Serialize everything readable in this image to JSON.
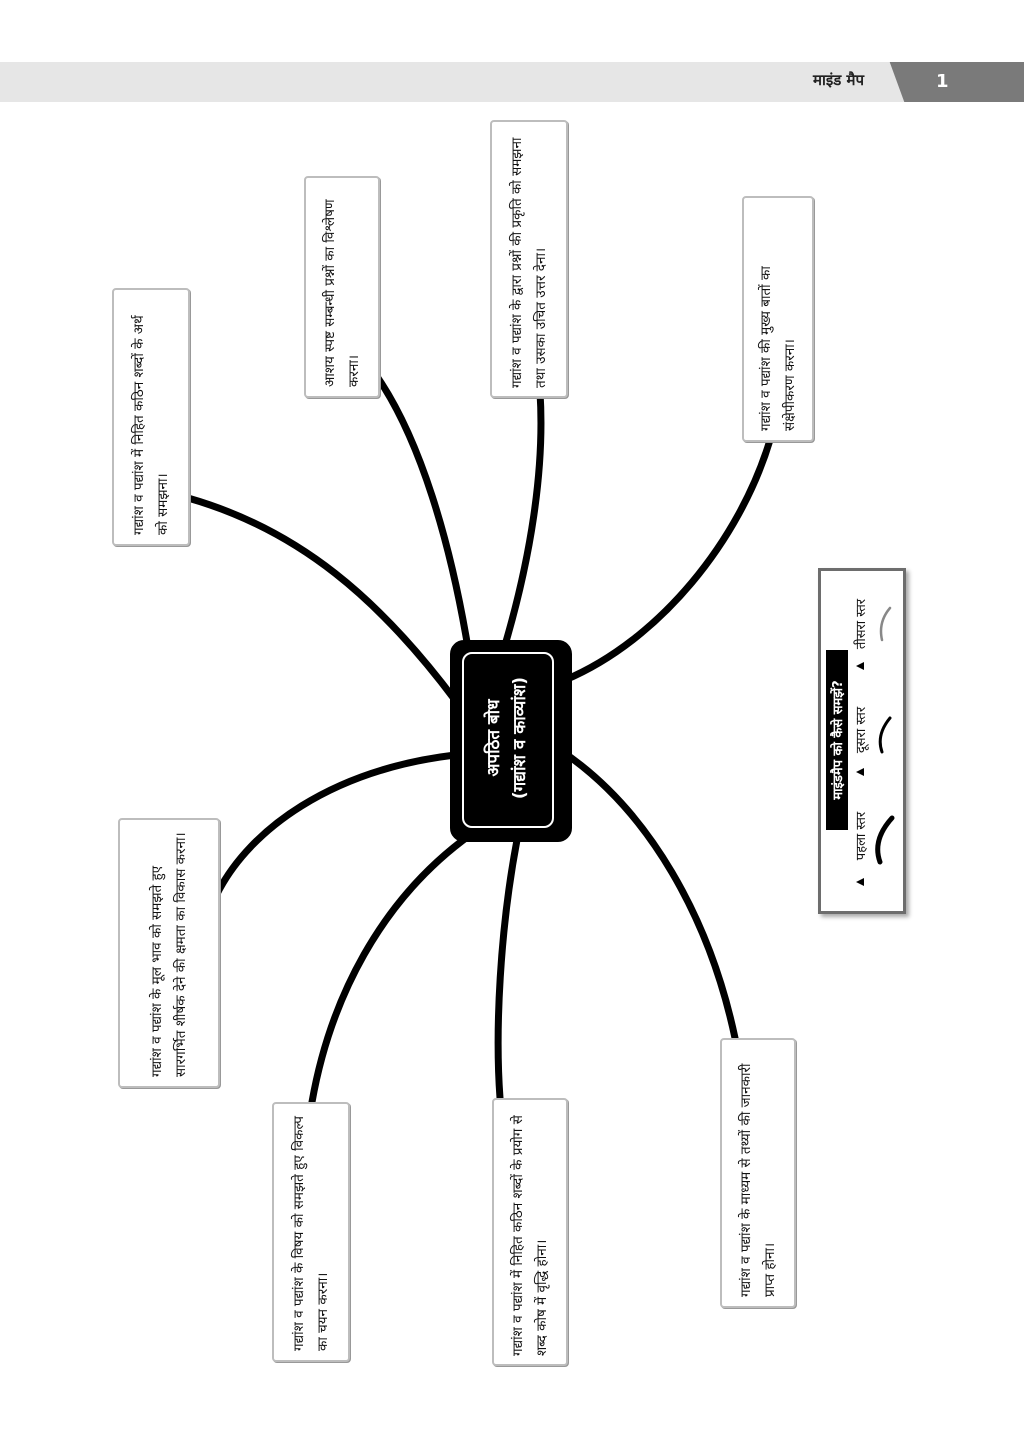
{
  "header": {
    "title": "माइंड मैप",
    "page_number": "1"
  },
  "center": {
    "line1": "अपठित बोध",
    "line2": "(गद्यांश व काव्यांश)"
  },
  "nodes": [
    {
      "text": "गद्यांश व पद्यांश में निहित कठिन शब्दों के अर्थ को समझना।"
    },
    {
      "text": "आशय स्पष्ट सम्बन्धी प्रश्नों का विश्लेषण करना।"
    },
    {
      "text": "गद्यांश व पद्यांश के द्वारा प्रश्नों की प्रकृति को समझना तथा उसका उचित उत्तर देना।"
    },
    {
      "text": "गद्यांश व पद्यांश की मुख्य बातों का संक्षेपीकरण करना।"
    },
    {
      "text": "गद्यांश व पद्यांश के मूल भाव को समझते हुए सारगर्भित शीर्षक देने की क्षमता का विकास करना।"
    },
    {
      "text": "गद्यांश व पद्यांश के विषय को समझते हुए विकल्प का चयन करना।"
    },
    {
      "text": "गद्यांश व पद्यांश में निहित कठिन शब्दों के प्रयोग से शब्द कोष में वृद्धि होना।"
    },
    {
      "text": "गद्यांश व पद्यांश के माध्यम से तथ्यों की जानकारी प्राप्त होना।"
    }
  ],
  "legend": {
    "title": "माइंडमैप को कैसे समझें?",
    "levels": [
      "पहला स्तर",
      "दूसरा स्तर",
      "तीसरा स्तर"
    ]
  }
}
